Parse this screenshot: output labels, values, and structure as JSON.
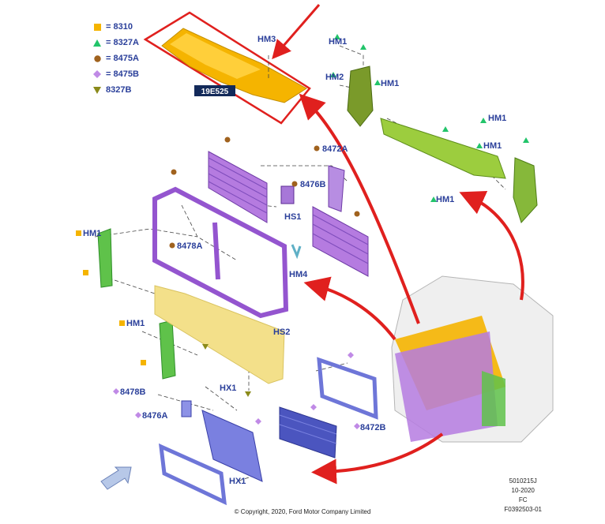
{
  "legend": [
    {
      "symbol": "square",
      "color": "#f5b400",
      "text": "= 8310"
    },
    {
      "symbol": "triangle",
      "color": "#22c46a",
      "text": "= 8327A"
    },
    {
      "symbol": "circle",
      "color": "#a0621e",
      "text": "= 8475A"
    },
    {
      "symbol": "diamond",
      "color": "#c08ae6",
      "text": "= 8475B"
    },
    {
      "symbol": "triangle-down",
      "color": "#8a8a1a",
      "text": "8327B"
    }
  ],
  "callout": "19E525",
  "labels": {
    "hm3": "HM3",
    "hm1_a": "HM1",
    "hm2": "HM2",
    "hm1_b": "HM1",
    "hm1_c": "HM1",
    "hm1_d": "HM1",
    "hm1_e": "HM1",
    "p8472a": "8472A",
    "p8476b": "8476B",
    "hs1": "HS1",
    "hm1_left": "HM1",
    "p8478a": "8478A",
    "hm4": "HM4",
    "hm1_left2": "HM1",
    "hs2": "HS2",
    "hx1_a": "HX1",
    "p8478b": "8478B",
    "p8476a": "8476A",
    "p8472b": "8472B",
    "hx1_b": "HX1"
  },
  "footer": {
    "copyright": "© Copyright, 2020, Ford Motor Company Limited",
    "ref_lines": [
      "5010215J",
      "10-2020",
      "FC",
      "F0392503-01"
    ]
  },
  "colors": {
    "label": "#2a3f9a",
    "red": "#e0201e",
    "yellow": "#f5b400",
    "green": "#8ec63f",
    "purple": "#b57be0",
    "blue": "#6e76d8",
    "ltYellow": "#f3e08a"
  }
}
